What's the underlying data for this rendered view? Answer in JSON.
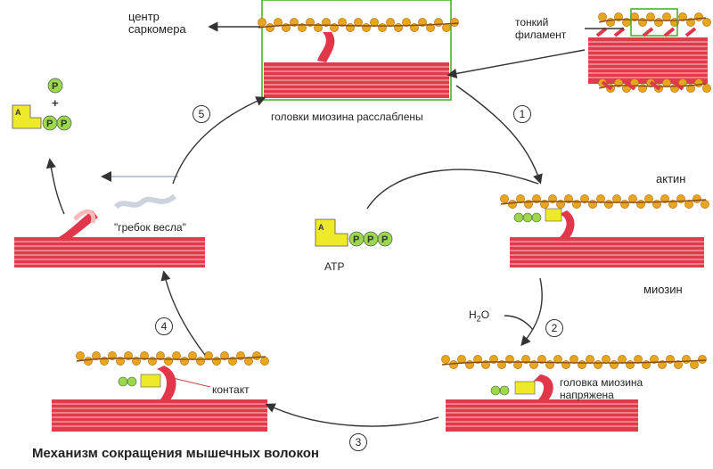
{
  "labels": {
    "center_line1": "центр",
    "center_line2": "саркомера",
    "thin_line1": "тонкий",
    "thin_line2": "филамент",
    "heads_relaxed": "головки миозина расслаблены",
    "actin": "актин",
    "myosin": "миозин",
    "atp": "ATP",
    "water": "H",
    "water_sub": "2",
    "water_o": "O",
    "stroke": "\"гребок весла\"",
    "head_line1": "головка миозина",
    "head_line2": "напряжена",
    "contact": "контакт",
    "caption": "Механизм сокращения мышечных волокон"
  },
  "steps": [
    "1",
    "2",
    "3",
    "4",
    "5"
  ],
  "chem": {
    "adenosine_letter": "A",
    "phosphate_letter": "P",
    "plus": "+"
  },
  "colors": {
    "myosin": "#e03c4c",
    "myosin_stripe": "#f6a7b0",
    "actin": "#e8a51e",
    "actin_dark": "#8a4a12",
    "head": "#e2374a",
    "atp_yellow": "#eeea2a",
    "phosphate_green": "#9bd84b",
    "frame_green": "#44aa22",
    "arrow": "#333333"
  }
}
